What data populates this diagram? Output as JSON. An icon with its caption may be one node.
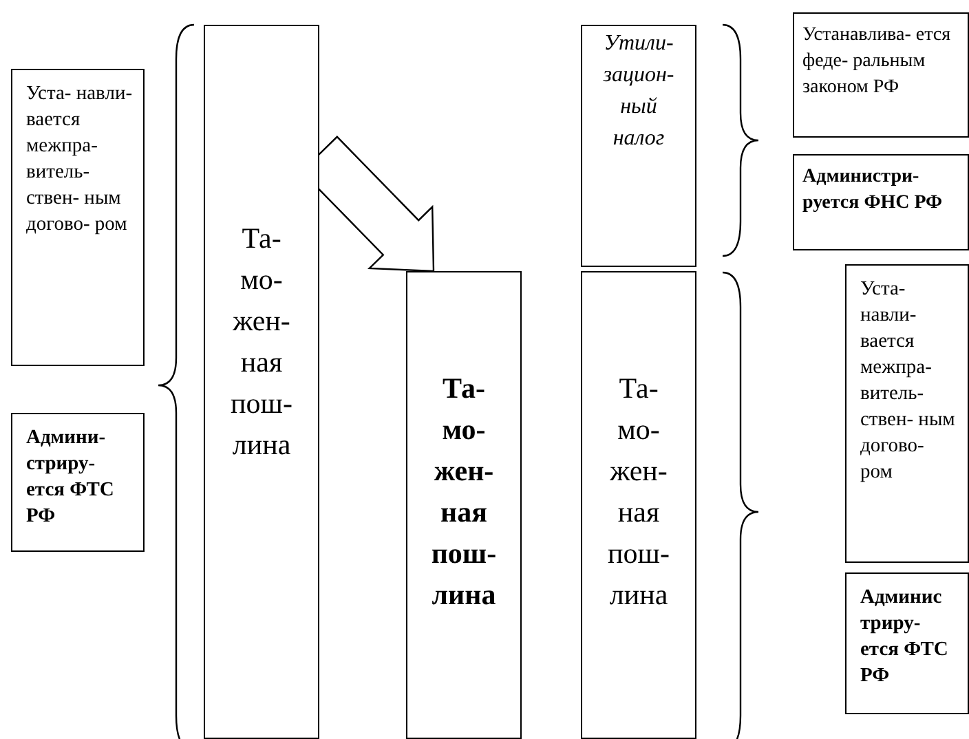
{
  "diagram": {
    "nodes": [
      {
        "text": [
          "Уста- навли- вается межпра- витель- ствен- ным догово- ром"
        ]
      },
      {
        "text": [
          "Админи- стриру- ется ФТС РФ"
        ]
      },
      {
        "text": [
          "Та- мо- жен- ная пош- лина"
        ]
      },
      {
        "text": [
          "Та- мо- жен- ная пош- лина"
        ]
      },
      {
        "text": [
          "Утили- зацион- ный налог"
        ]
      },
      {
        "text": [
          "Та- мо- жен- ная пош- лина"
        ]
      },
      {
        "text": [
          "Устанавлива- ется феде- ральным законом РФ"
        ]
      },
      {
        "text": [
          "Администри- руется ФНС РФ"
        ]
      },
      {
        "text": [
          "Уста- навли- вается межпра- витель- ствен- ным догово- ром"
        ]
      },
      {
        "text": [
          "Админис триру- ется ФТС РФ"
        ]
      }
    ],
    "edges": [
      {
        "from": 2,
        "to": 3,
        "arrow": "to"
      }
    ]
  }
}
